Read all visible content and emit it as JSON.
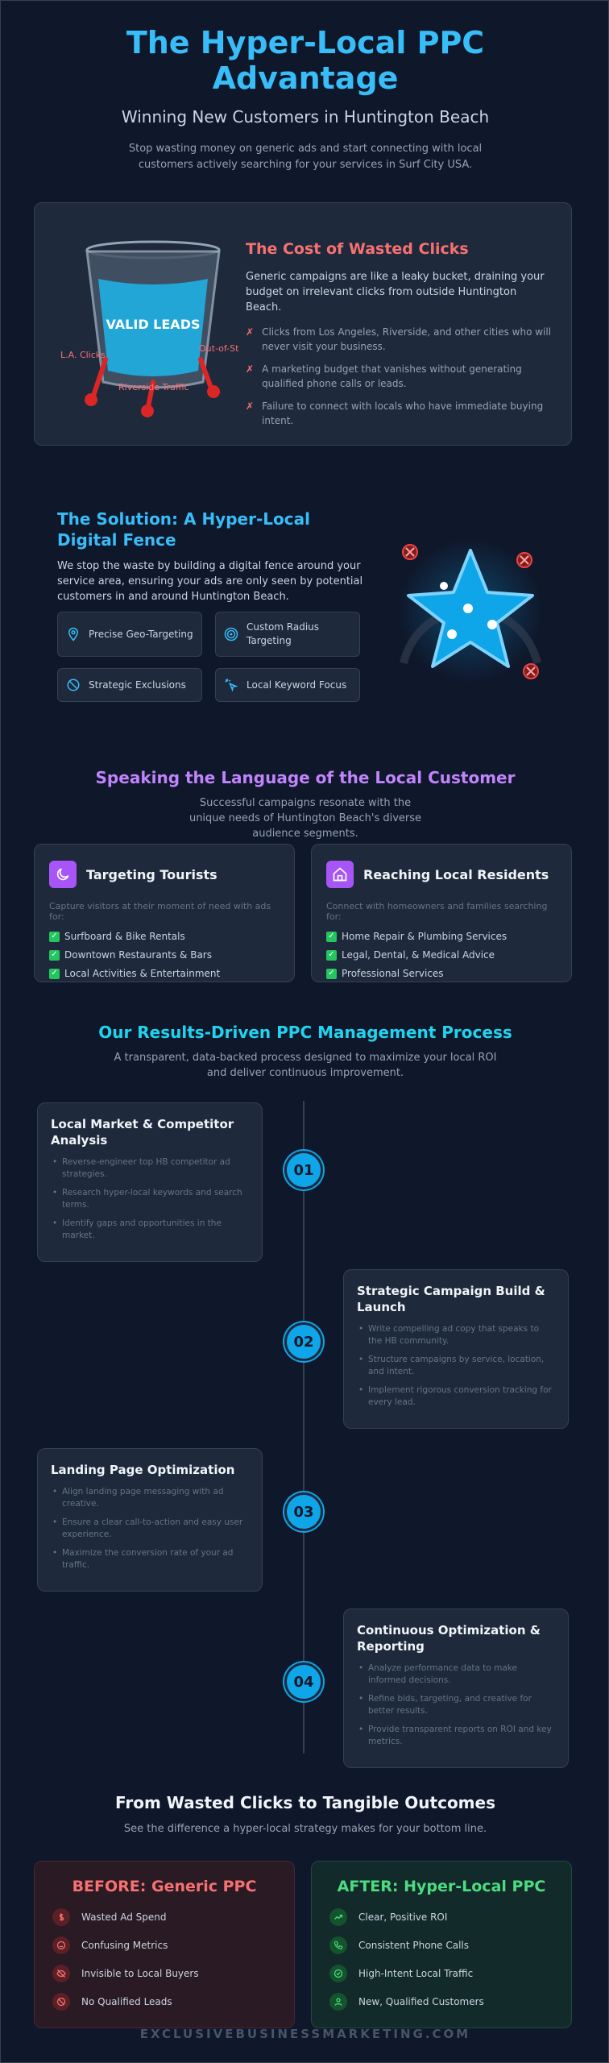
{
  "hero": {
    "title": "The Hyper-Local PPC Advantage",
    "subtitle": "Winning New Customers in Huntington Beach",
    "description": "Stop wasting money on generic ads and start connecting with local customers actively searching for your services in Surf City USA."
  },
  "cost": {
    "title": "The Cost of Wasted Clicks",
    "lead": "Generic campaigns are like a leaky bucket, draining your budget on irrelevant clicks from outside Huntington Beach.",
    "items": [
      "Clicks from Los Angeles, Riverside, and other cities who will never visit your business.",
      "A marketing budget that vanishes without generating qualified phone calls or leads.",
      "Failure to connect with locals who have immediate buying intent."
    ],
    "bucket": {
      "label": "VALID LEADS",
      "leak_left": "L.A. Clicks",
      "leak_right": "Out-of-St",
      "leak_bottom": "Riverside Traffic"
    },
    "accent": "#f87171"
  },
  "solution": {
    "title": "The Solution: A Hyper-Local Digital Fence",
    "text": "We stop the waste by building a digital fence around your service area, ensuring your ads are only seen by potential customers in and around Huntington Beach.",
    "features": [
      {
        "label": "Precise Geo-Targeting",
        "icon": "map-pin-icon"
      },
      {
        "label": "Custom Radius Targeting",
        "icon": "target-icon"
      },
      {
        "label": "Strategic Exclusions",
        "icon": "ban-icon"
      },
      {
        "label": "Local Keyword Focus",
        "icon": "sparkle-cursor-icon"
      }
    ],
    "accent": "#38bdf8"
  },
  "language": {
    "title": "Speaking the Language of the Local Customer",
    "subtitle": "Successful campaigns resonate with the unique needs of Huntington Beach's diverse audience segments.",
    "tourists": {
      "title": "Targeting Tourists",
      "desc": "Capture visitors at their moment of need with ads for:",
      "items": [
        "Surfboard & Bike Rentals",
        "Downtown Restaurants & Bars",
        "Local Activities & Entertainment"
      ]
    },
    "residents": {
      "title": "Reaching Local Residents",
      "desc": "Connect with homeowners and families searching for:",
      "items": [
        "Home Repair & Plumbing Services",
        "Legal, Dental, & Medical Advice",
        "Professional Services"
      ]
    },
    "accent": "#c084fc"
  },
  "process": {
    "title": "Our Results-Driven PPC Management Process",
    "subtitle": "A transparent, data-backed process designed to maximize your local ROI and deliver continuous improvement.",
    "steps": [
      {
        "num": "01",
        "title": "Local Market & Competitor Analysis",
        "items": [
          "Reverse-engineer top HB competitor ad strategies.",
          "Research hyper-local keywords and search terms.",
          "Identify gaps and opportunities in the market."
        ]
      },
      {
        "num": "02",
        "title": "Strategic Campaign Build & Launch",
        "items": [
          "Write compelling ad copy that speaks to the HB community.",
          "Structure campaigns by service, location, and intent.",
          "Implement rigorous conversion tracking for every lead."
        ]
      },
      {
        "num": "03",
        "title": "Landing Page Optimization",
        "items": [
          "Align landing page messaging with ad creative.",
          "Ensure a clear call-to-action and easy user experience.",
          "Maximize the conversion rate of your ad traffic."
        ]
      },
      {
        "num": "04",
        "title": "Continuous Optimization & Reporting",
        "items": [
          "Analyze performance data to make informed decisions.",
          "Refine bids, targeting, and creative for better results.",
          "Provide transparent reports on ROI and key metrics."
        ]
      }
    ],
    "accent": "#22d3ee"
  },
  "outcomes": {
    "title": "From Wasted Clicks to Tangible Outcomes",
    "subtitle": "See the difference a hyper-local strategy makes for your bottom line.",
    "before": {
      "title": "BEFORE: Generic PPC",
      "items": [
        {
          "label": "Wasted Ad Spend",
          "icon": "dollar-icon"
        },
        {
          "label": "Confusing Metrics",
          "icon": "frown-icon"
        },
        {
          "label": "Invisible to Local Buyers",
          "icon": "eye-off-icon"
        },
        {
          "label": "No Qualified Leads",
          "icon": "ban-icon"
        }
      ]
    },
    "after": {
      "title": "AFTER: Hyper-Local PPC",
      "items": [
        {
          "label": "Clear, Positive ROI",
          "icon": "trend-up-icon"
        },
        {
          "label": "Consistent Phone Calls",
          "icon": "phone-icon"
        },
        {
          "label": "High-Intent Local Traffic",
          "icon": "check-circle-icon"
        },
        {
          "label": "New, Qualified Customers",
          "icon": "user-icon"
        }
      ]
    }
  },
  "footer": {
    "text": "EXCLUSIVEBUSINESSMARKETING.COM"
  }
}
